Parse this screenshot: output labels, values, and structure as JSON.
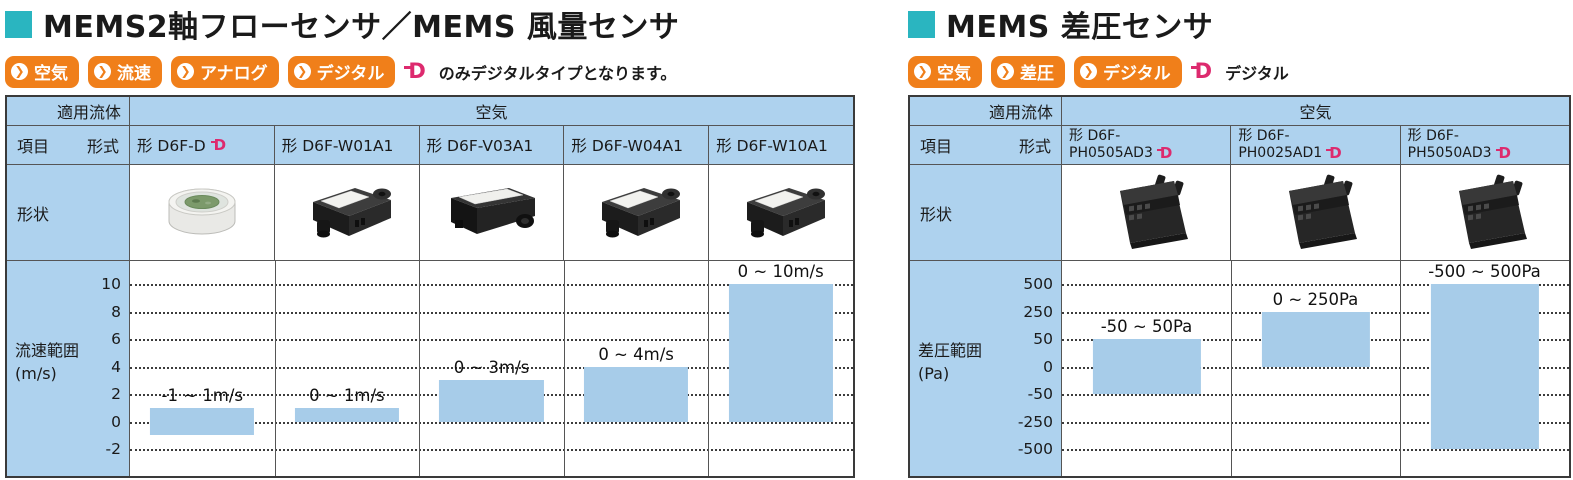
{
  "colors": {
    "accent_teal": "#2ab5c0",
    "tag_orange": "#f07f1a",
    "digital_pink": "#dd2a6e",
    "cell_blue": "#aed2ee",
    "bar_blue": "#a7cce9"
  },
  "sections": [
    {
      "id": "flow",
      "title": "MEMS2軸フローセンサ／MEMS 風量センサ",
      "tags": [
        "空気",
        "流速",
        "アナログ",
        "デジタル"
      ],
      "note": "のみデジタルタイプとなります。",
      "table": {
        "fluid_label": "適用流体",
        "fluid_value": "空気",
        "item_label": "項目",
        "model_label": "形式",
        "shape_label": "形状",
        "range_label_line1": "流速範囲",
        "range_label_line2": "(m/s)",
        "yticks": [
          10,
          8,
          6,
          4,
          2,
          0,
          -2
        ],
        "columns": [
          {
            "model_line1": "形 D6F-D",
            "digital": true,
            "image": "d6f-d",
            "range_text": "-1 ~ 1m/s",
            "min": -1,
            "max": 1
          },
          {
            "model_line1": "形 D6F-W01A1",
            "digital": false,
            "image": "w-module",
            "range_text": "0 ~ 1m/s",
            "min": 0,
            "max": 1
          },
          {
            "model_line1": "形 D6F-V03A1",
            "digital": false,
            "image": "v-module",
            "range_text": "0 ~ 3m/s",
            "min": 0,
            "max": 3
          },
          {
            "model_line1": "形 D6F-W04A1",
            "digital": false,
            "image": "w-module",
            "range_text": "0 ~ 4m/s",
            "min": 0,
            "max": 4
          },
          {
            "model_line1": "形 D6F-W10A1",
            "digital": false,
            "image": "w-module",
            "range_text": "0 ~ 10m/s",
            "min": 0,
            "max": 10
          }
        ]
      }
    },
    {
      "id": "pressure",
      "title": "MEMS 差圧センサ",
      "tags": [
        "空気",
        "差圧",
        "デジタル"
      ],
      "note": "デジタル",
      "table": {
        "fluid_label": "適用流体",
        "fluid_value": "空気",
        "item_label": "項目",
        "model_label": "形式",
        "shape_label": "形状",
        "range_label_line1": "差圧範囲",
        "range_label_line2": "(Pa)",
        "yticks": [
          500,
          250,
          50,
          0,
          -50,
          -250,
          -500
        ],
        "columns": [
          {
            "model_line1": "形 D6F-",
            "model_line2": "PH0505AD3",
            "digital": true,
            "image": "ph-module",
            "range_text": "-50 ~ 50Pa",
            "min": -50,
            "max": 50
          },
          {
            "model_line1": "形 D6F-",
            "model_line2": "PH0025AD1",
            "digital": true,
            "image": "ph-module",
            "range_text": "0 ~ 250Pa",
            "min": 0,
            "max": 250
          },
          {
            "model_line1": "形 D6F-",
            "model_line2": "PH5050AD3",
            "digital": true,
            "image": "ph-module",
            "range_text": "-500 ~ 500Pa",
            "min": -500,
            "max": 500
          }
        ]
      }
    }
  ],
  "chart_data": [
    {
      "type": "bar",
      "title": "流速範囲 (m/s)",
      "categories": [
        "D6F-D",
        "D6F-W01A1",
        "D6F-V03A1",
        "D6F-W04A1",
        "D6F-W10A1"
      ],
      "series": [
        {
          "name": "流速範囲",
          "ranges": [
            [
              -1,
              1
            ],
            [
              0,
              1
            ],
            [
              0,
              3
            ],
            [
              0,
              4
            ],
            [
              0,
              10
            ]
          ]
        }
      ],
      "data_labels": [
        "-1 ~ 1m/s",
        "0 ~ 1m/s",
        "0 ~ 3m/s",
        "0 ~ 4m/s",
        "0 ~ 10m/s"
      ],
      "ylabel": "流速範囲 (m/s)",
      "yticks": [
        10,
        8,
        6,
        4,
        2,
        0,
        -2
      ],
      "ylim": [
        -2,
        10
      ],
      "grid": "dotted-horizontal",
      "legend": "none"
    },
    {
      "type": "bar",
      "title": "差圧範囲 (Pa)",
      "categories": [
        "D6F-PH0505AD3",
        "D6F-PH0025AD1",
        "D6F-PH5050AD3"
      ],
      "series": [
        {
          "name": "差圧範囲",
          "ranges": [
            [
              -50,
              50
            ],
            [
              0,
              250
            ],
            [
              -500,
              500
            ]
          ]
        }
      ],
      "data_labels": [
        "-50 ~ 50Pa",
        "0 ~ 250Pa",
        "-500 ~ 500Pa"
      ],
      "ylabel": "差圧範囲 (Pa)",
      "yticks": [
        500,
        250,
        50,
        0,
        -50,
        -250,
        -500
      ],
      "ylim": [
        -500,
        500
      ],
      "grid": "dotted-horizontal",
      "legend": "none"
    }
  ]
}
